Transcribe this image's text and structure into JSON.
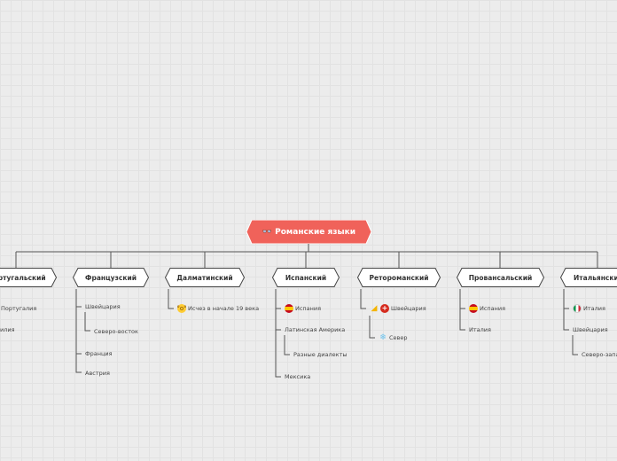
{
  "root": {
    "label": "Романские языки",
    "icon": "glasses-icon"
  },
  "branches": [
    {
      "label": "Португальский",
      "leaves": [
        {
          "text": "Португалия"
        },
        {
          "text": "Бразилия"
        }
      ]
    },
    {
      "label": "Французский",
      "leaves": [
        {
          "text": "Швейцария"
        },
        {
          "text": "Северо-восток"
        },
        {
          "text": "Франция"
        },
        {
          "text": "Австрия"
        }
      ]
    },
    {
      "label": "Далматинский",
      "leaves": [
        {
          "text": "Исчез в начале 19 века",
          "icon": "astonished-face-icon"
        }
      ]
    },
    {
      "label": "Испанский",
      "leaves": [
        {
          "text": "Испания",
          "icon": "spain-flag-icon"
        },
        {
          "text": "Латинская Америка"
        },
        {
          "text": "Разные диалекты"
        },
        {
          "text": "Мексика"
        }
      ]
    },
    {
      "label": "Ретороманский",
      "leaves": [
        {
          "text": "Швейцария",
          "icons": [
            "cheese-icon",
            "swiss-flag-icon"
          ]
        },
        {
          "text": "Север",
          "icon": "snowflake-icon"
        }
      ]
    },
    {
      "label": "Провансальский",
      "leaves": [
        {
          "text": "Испания",
          "icon": "spain-flag-icon"
        },
        {
          "text": "Италия"
        }
      ]
    },
    {
      "label": "Итальянский",
      "leaves": [
        {
          "text": "Италия",
          "icon": "italy-flag-icon"
        },
        {
          "text": "Швейцария"
        },
        {
          "text": "Северо-запад"
        }
      ]
    }
  ],
  "colors": {
    "root_fill": "#f0625a",
    "branch_fill": "#ffffff",
    "branch_stroke": "#444444",
    "connector": "#555555",
    "background": "#ececec"
  }
}
